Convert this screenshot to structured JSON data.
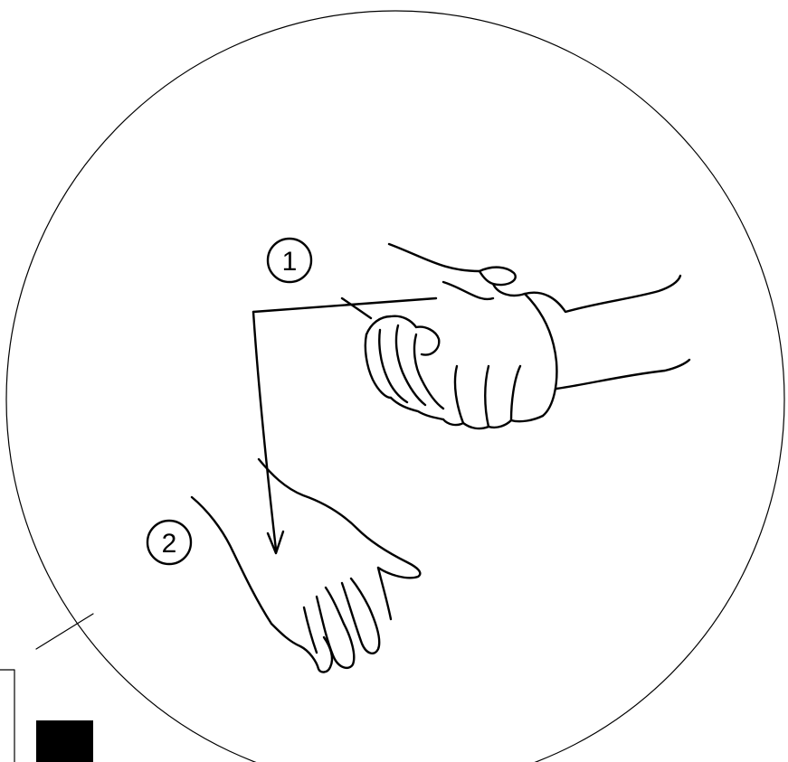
{
  "figure": {
    "callouts": [
      {
        "id": "step-1",
        "label": "1"
      },
      {
        "id": "step-2",
        "label": "2"
      }
    ],
    "colors": {
      "ink": "#000000",
      "background": "#ffffff",
      "swatch": "#000000"
    }
  }
}
